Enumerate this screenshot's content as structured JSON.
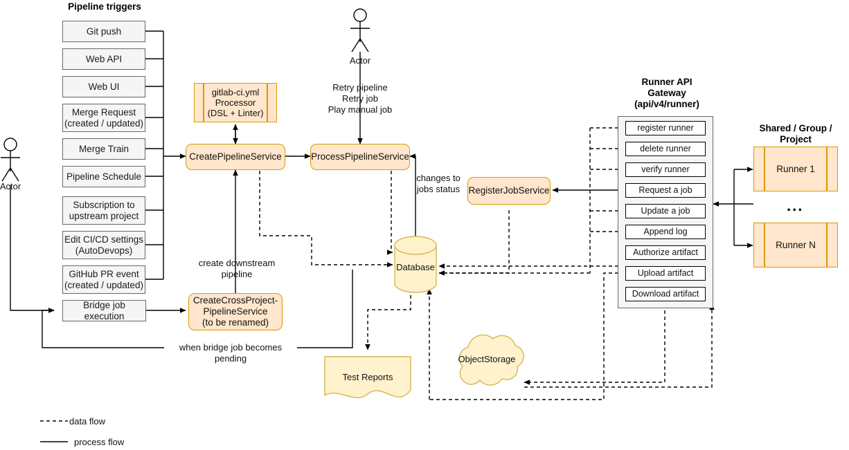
{
  "diagram": {
    "title_triggers": "Pipeline triggers",
    "legend": [
      {
        "style": "dashed",
        "label": "data flow"
      },
      {
        "style": "solid",
        "label": "process flow"
      }
    ]
  },
  "actors": [
    {
      "name": "actor-left",
      "label": "Actor"
    },
    {
      "name": "actor-top",
      "label": "Actor"
    }
  ],
  "triggers": [
    {
      "label": "Git push"
    },
    {
      "label": "Web API"
    },
    {
      "label": "Web UI"
    },
    {
      "label": "Merge Request\n(created / updated)"
    },
    {
      "label": "Merge Train"
    },
    {
      "label": "Pipeline Schedule"
    },
    {
      "label": "Subscription to\nupstream project"
    },
    {
      "label": "Edit CI/CD settings\n(AutoDevops)"
    },
    {
      "label": "GitHub PR event\n(created / updated)"
    },
    {
      "label": "Bridge job execution"
    }
  ],
  "services": {
    "processor": "gitlab-ci.yml\nProcessor\n(DSL + Linter)",
    "create_pipeline": "CreatePipelineService",
    "process_pipeline": "ProcessPipelineService",
    "register_job": "RegisterJobService",
    "cross_project": "CreateCrossProject-\nPipelineService\n(to be renamed)"
  },
  "stores": {
    "database": "Database",
    "test_reports": "Test Reports",
    "object_storage": "ObjectStorage"
  },
  "gateway": {
    "caption": "Runner API\nGateway\n(api/v4/runner)",
    "endpoints": [
      "register runner",
      "delete runner",
      "verify runner",
      "Request a job",
      "Update a job",
      "Append log",
      "Authorize artifact",
      "Upload artifact",
      "Download artifact"
    ]
  },
  "runners": {
    "caption": "Shared / Group / Project\nRunners",
    "items": [
      "Runner 1",
      "Runner N"
    ],
    "ellipsis": "..."
  },
  "edge_labels": {
    "retry": "Retry pipeline\nRetry job\nPlay manual job",
    "changes_jobs": "changes to\njobs status",
    "create_downstream": "create downstream\npipeline",
    "bridge_pending": "when bridge job becomes pending"
  },
  "colors": {
    "orange_fill": "#ffe6cc",
    "orange_stroke": "#d79b00",
    "yellow_fill": "#fff2cc",
    "yellow_stroke": "#d6b656",
    "grey_fill": "#f5f5f5",
    "grey_stroke": "#666666",
    "line": "#000000"
  }
}
